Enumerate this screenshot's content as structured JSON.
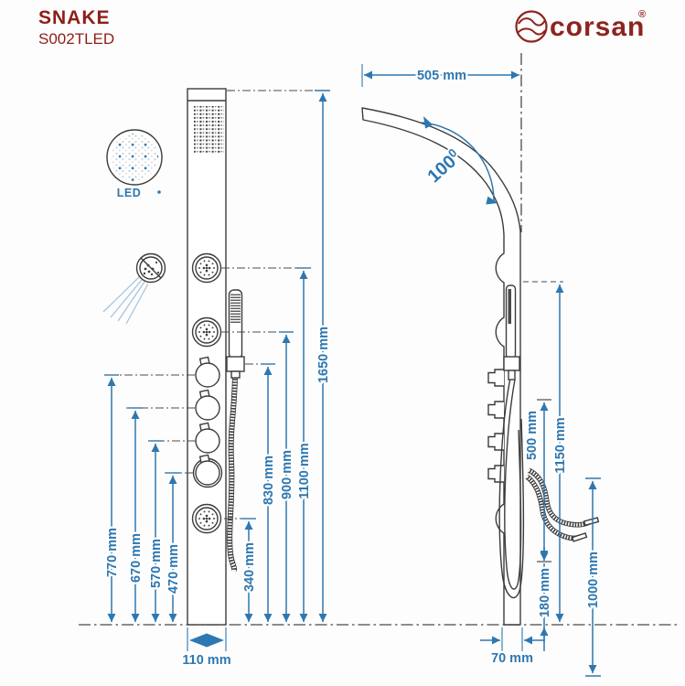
{
  "header": {
    "title": "SNAKE",
    "model": "S002TLED"
  },
  "logo": {
    "text": "corsan",
    "registered": "®"
  },
  "front_view": {
    "led_label": "LED",
    "dims": {
      "knob1": "770 mm",
      "knob2": "670 mm",
      "knob3": "570 mm",
      "knob4": "470 mm",
      "bottom_jet": "340 mm",
      "hand_shower": "830 mm",
      "middle_jet": "900 mm",
      "top_jet": "1100 mm",
      "total_height": "1650 mm",
      "panel_width": "110 mm"
    }
  },
  "side_view": {
    "angle": {
      "value": "100",
      "unit": "0"
    },
    "dims": {
      "head_reach": "505 mm",
      "shower_height": "1150 mm",
      "hose_length": "500 mm",
      "outlet_height": "180 mm",
      "supply_height": "1000 mm",
      "base_depth": "70 mm"
    }
  },
  "colors": {
    "accent": "#2e77b0",
    "brand": "#8e1e18",
    "drawing": "#3c3c3c"
  }
}
